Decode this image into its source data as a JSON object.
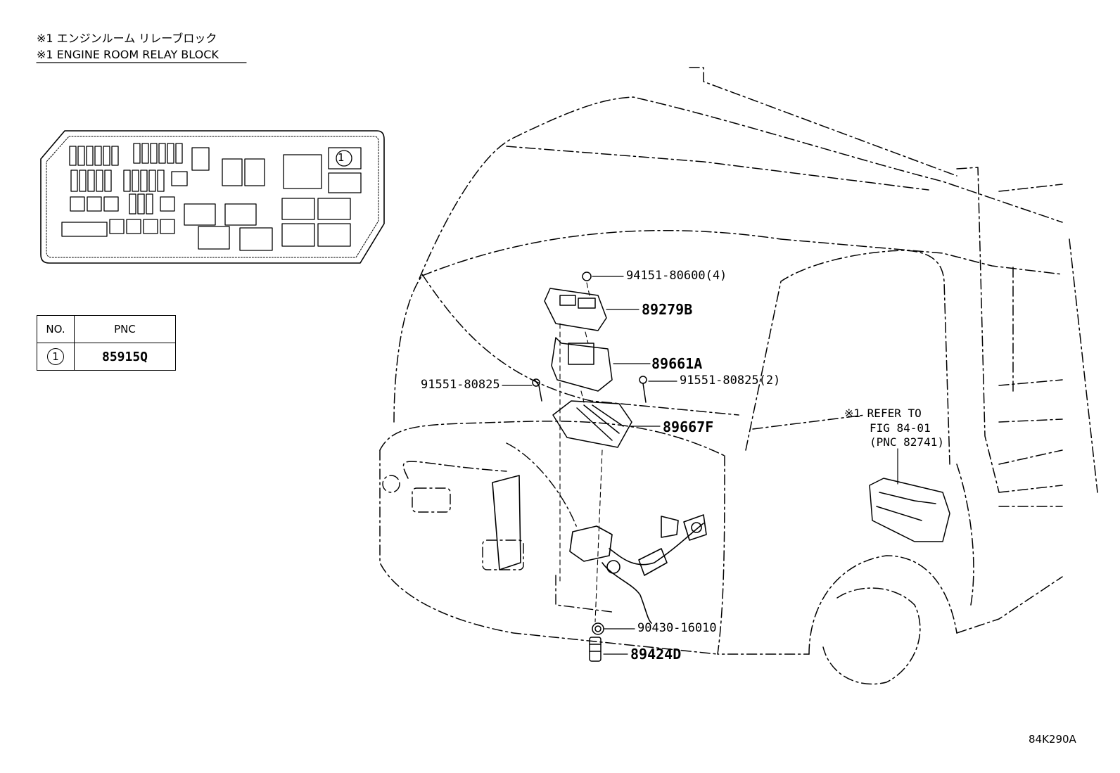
{
  "header": {
    "line_jp": "※1 エンジンルーム リレーブロック",
    "line_en": "※1 ENGINE ROOM RELAY BLOCK"
  },
  "relay_block": {
    "callout": "1"
  },
  "pnc_table": {
    "col_no": "NO.",
    "col_pnc": "PNC",
    "rows": [
      {
        "no": "1",
        "pnc": "85915Q"
      }
    ]
  },
  "parts": {
    "p1": "94151-80600(4)",
    "p2": "89279B",
    "p3": "89661A",
    "p4": "91551-80825",
    "p5": "91551-80825(2)",
    "p6": "89667F",
    "p7": "90430-16010",
    "p8": "89424D"
  },
  "reference": {
    "line1": "※1 REFER TO",
    "line2": "FIG 84-01",
    "line3": "(PNC 82741)"
  },
  "figure_code": "84K290A"
}
